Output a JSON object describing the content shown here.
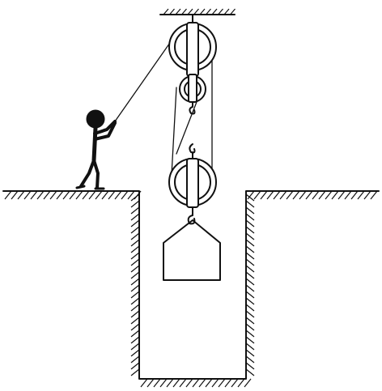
{
  "diagram": {
    "subject": "pulley-system-lifting-load-from-pit",
    "components": {
      "ceiling_support": "fixed-support",
      "fixed_pulley": "double-fixed-pulley",
      "movable_pulley": "movable-pulley",
      "load": "house-shaped-load",
      "person": "stick-figure-pulling-rope",
      "ground": "hatched-ground",
      "pit": "hatched-pit"
    },
    "colors": {
      "ink": "#111111",
      "background": "#ffffff"
    }
  }
}
